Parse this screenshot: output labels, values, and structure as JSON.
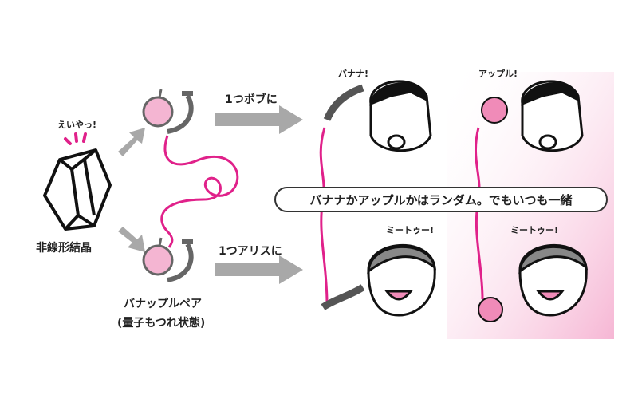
{
  "exclaim": "えいやっ!",
  "crystal_label": "非線形結晶",
  "to_bob": "1つボブに",
  "to_alice": "1つアリスに",
  "pair_label": "バナップルペア",
  "pair_sublabel": "(量子もつれ状態)",
  "bob_left_says": "バナナ!",
  "bob_right_says": "アップル!",
  "alice_left_says": "ミートゥー!",
  "alice_right_says": "ミートゥー!",
  "caption": "バナナかアップルかはランダム。でもいつも一緒",
  "colors": {
    "pink": "#e0218a",
    "apple": "#f08bb8",
    "arrow": "#a8a8a8"
  }
}
